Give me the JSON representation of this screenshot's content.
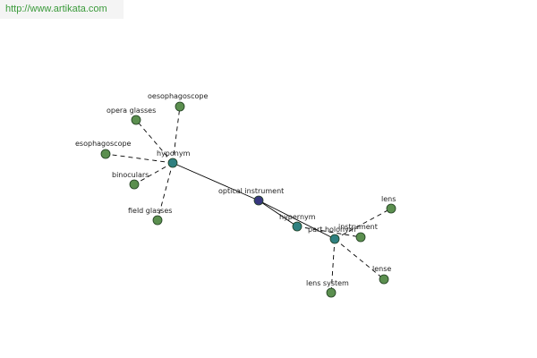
{
  "watermark": {
    "url": "http://www.artikata.com"
  },
  "colors": {
    "leaf": "#5b8f4f",
    "relation": "#2f8080",
    "center": "#37377f",
    "stroke": "#1f3d1f"
  },
  "nodes": [
    {
      "id": "center",
      "label": "optical instrument",
      "kind": "center"
    },
    {
      "id": "hyponym",
      "label": "hyponym",
      "kind": "relation"
    },
    {
      "id": "hypernym",
      "label": "hypernym",
      "kind": "relation"
    },
    {
      "id": "partholonym",
      "label": "part holonym",
      "kind": "relation"
    },
    {
      "id": "oesophagoscope",
      "label": "oesophagoscope",
      "kind": "leaf"
    },
    {
      "id": "opera-glasses",
      "label": "opera glasses",
      "kind": "leaf"
    },
    {
      "id": "esophagoscope",
      "label": "esophagoscope",
      "kind": "leaf"
    },
    {
      "id": "binoculars",
      "label": "binoculars",
      "kind": "leaf"
    },
    {
      "id": "field-glasses",
      "label": "field glasses",
      "kind": "leaf"
    },
    {
      "id": "lens",
      "label": "lens",
      "kind": "leaf"
    },
    {
      "id": "instrument",
      "label": "instrument",
      "kind": "leaf"
    },
    {
      "id": "lense",
      "label": "lense",
      "kind": "leaf"
    },
    {
      "id": "lens-system",
      "label": "lens system",
      "kind": "leaf"
    }
  ],
  "edges": [
    {
      "from": "center",
      "to": "hyponym",
      "style": "solid"
    },
    {
      "from": "center",
      "to": "hypernym",
      "style": "solid"
    },
    {
      "from": "center",
      "to": "partholonym",
      "style": "solid"
    },
    {
      "from": "hyponym",
      "to": "oesophagoscope",
      "style": "dashed"
    },
    {
      "from": "hyponym",
      "to": "opera-glasses",
      "style": "dashed"
    },
    {
      "from": "hyponym",
      "to": "esophagoscope",
      "style": "dashed"
    },
    {
      "from": "hyponym",
      "to": "binoculars",
      "style": "dashed"
    },
    {
      "from": "hyponym",
      "to": "field-glasses",
      "style": "dashed"
    },
    {
      "from": "hypernym",
      "to": "instrument",
      "style": "dashed"
    },
    {
      "from": "partholonym",
      "to": "lens",
      "style": "dashed"
    },
    {
      "from": "partholonym",
      "to": "lense",
      "style": "dashed"
    },
    {
      "from": "partholonym",
      "to": "lens-system",
      "style": "dashed"
    }
  ]
}
